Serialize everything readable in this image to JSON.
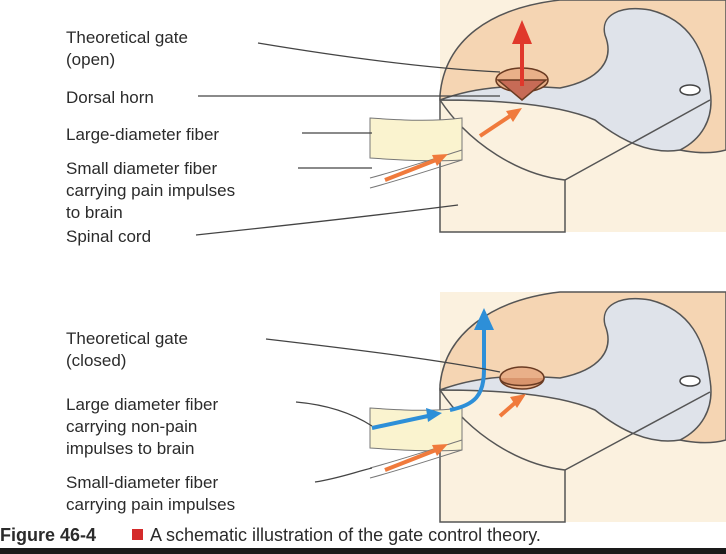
{
  "top_diagram": {
    "labels": {
      "theoretical_gate_line1": "Theoretical gate",
      "theoretical_gate_line2": "(open)",
      "dorsal_horn": "Dorsal horn",
      "large_fiber": "Large-diameter fiber",
      "small_fiber_line1": "Small diameter fiber",
      "small_fiber_line2": "carrying pain impulses",
      "small_fiber_line3": "to brain",
      "spinal_cord": "Spinal cord"
    }
  },
  "bottom_diagram": {
    "labels": {
      "theoretical_gate_line1": "Theoretical gate",
      "theoretical_gate_line2": "(closed)",
      "large_fiber_line1": "Large diameter fiber",
      "large_fiber_line2": "carrying non-pain",
      "large_fiber_line3": "impulses to brain",
      "small_fiber_line1": "Small-diameter fiber",
      "small_fiber_line2": "carrying pain impulses"
    }
  },
  "caption": {
    "figure_number": "Figure 46-4",
    "text": "A schematic illustration of the gate control theory."
  },
  "colors": {
    "cord_fill": "#f5d5b3",
    "gray_matter": "#dfe3ea",
    "pain_arrow": "#f07a3c",
    "gate_arrow": "#e0382b",
    "nonpain_arrow": "#2d8fd8",
    "fiber_fill": "#faf3cf",
    "caption_marker": "#d42a2a"
  }
}
